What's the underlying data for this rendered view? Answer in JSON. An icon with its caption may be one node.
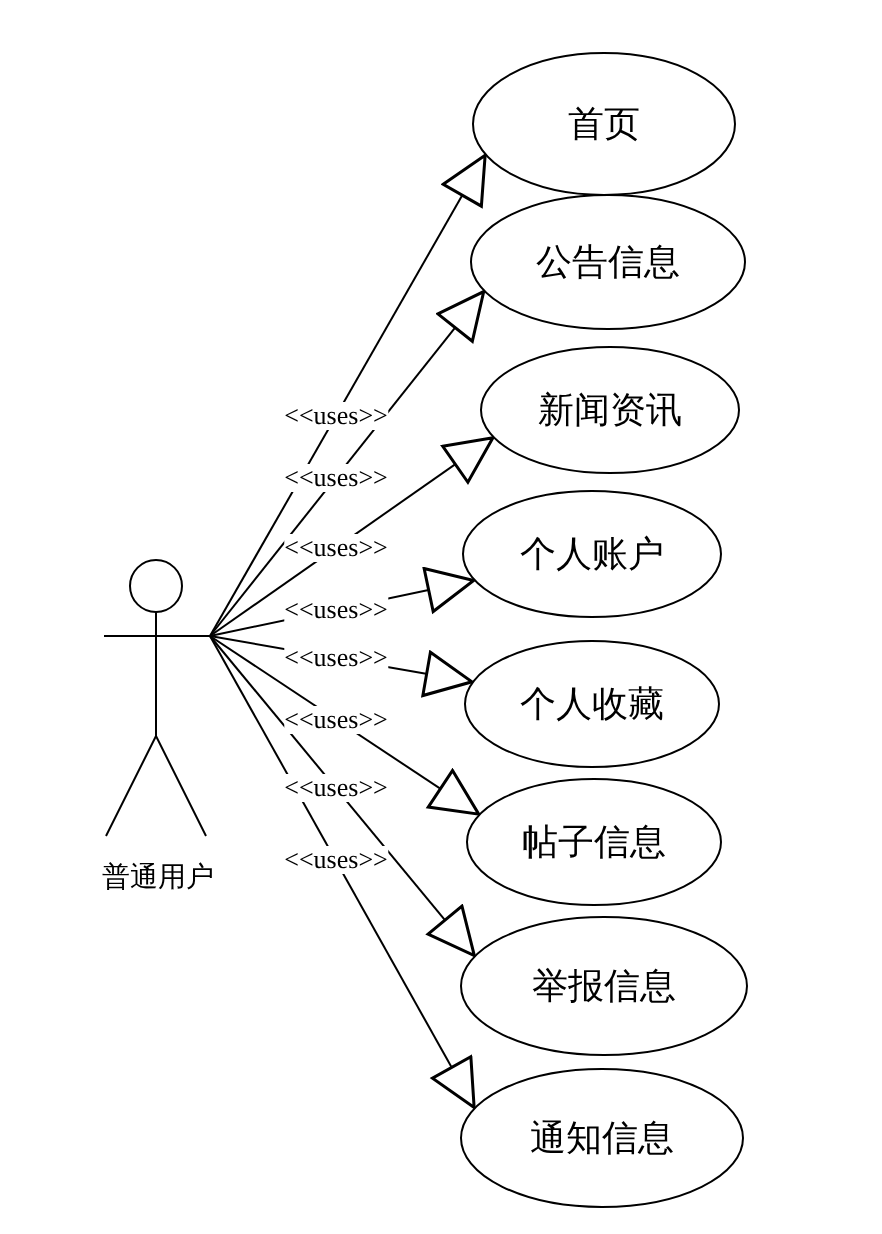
{
  "diagram": {
    "nodes": [
      {
        "text": [
          "普通用户"
        ]
      },
      {
        "text": [
          "首页"
        ]
      },
      {
        "text": [
          "公告信息"
        ]
      },
      {
        "text": [
          "新闻资讯"
        ]
      },
      {
        "text": [
          "个人账户"
        ]
      },
      {
        "text": [
          "个人收藏"
        ]
      },
      {
        "text": [
          "帖子信息"
        ]
      },
      {
        "text": [
          "举报信息"
        ]
      },
      {
        "text": [
          "通知信息"
        ]
      }
    ],
    "edges": [
      {
        "from": 0,
        "to": 1,
        "arrow": "to",
        "label": "<<uses>>"
      },
      {
        "from": 0,
        "to": 2,
        "arrow": "to",
        "label": "<<uses>>"
      },
      {
        "from": 0,
        "to": 3,
        "arrow": "to",
        "label": "<<uses>>"
      },
      {
        "from": 0,
        "to": 4,
        "arrow": "to",
        "label": "<<uses>>"
      },
      {
        "from": 0,
        "to": 5,
        "arrow": "to",
        "label": "<<uses>>"
      },
      {
        "from": 0,
        "to": 6,
        "arrow": "to",
        "label": "<<uses>>"
      },
      {
        "from": 0,
        "to": 7,
        "arrow": "to",
        "label": "<<uses>>"
      },
      {
        "from": 0,
        "to": 8,
        "arrow": "to",
        "label": "<<uses>>"
      }
    ]
  }
}
